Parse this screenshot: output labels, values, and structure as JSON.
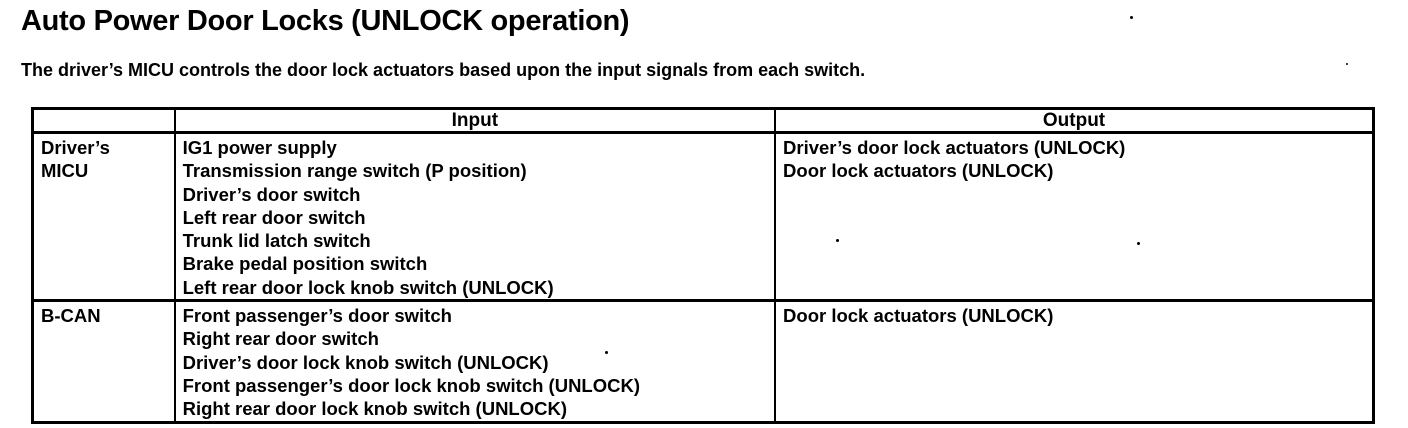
{
  "page": {
    "title": "Auto Power Door Locks (UNLOCK operation)",
    "subtitle": "The driver’s MICU controls the door lock actuators based upon the input signals from each switch."
  },
  "table": {
    "header": {
      "source": "",
      "input": "Input",
      "output": "Output"
    },
    "rows": [
      {
        "source_lines": [
          "Driver’s",
          "MICU"
        ],
        "inputs": [
          "IG1 power supply",
          "Transmission range switch (P position)",
          "Driver’s door switch",
          "Left rear door switch",
          "Trunk lid latch switch",
          "Brake pedal position switch",
          "Left rear door lock knob switch (UNLOCK)"
        ],
        "outputs": [
          "Driver’s door lock actuators (UNLOCK)",
          "Door lock actuators (UNLOCK)"
        ]
      },
      {
        "source_lines": [
          "B-CAN"
        ],
        "inputs": [
          "Front passenger’s door switch",
          "Right rear door switch",
          "Driver’s door lock knob switch (UNLOCK)",
          "Front passenger’s door lock knob switch (UNLOCK)",
          "Right rear door lock knob switch (UNLOCK)"
        ],
        "outputs": [
          "Door lock actuators (UNLOCK)"
        ]
      }
    ]
  }
}
